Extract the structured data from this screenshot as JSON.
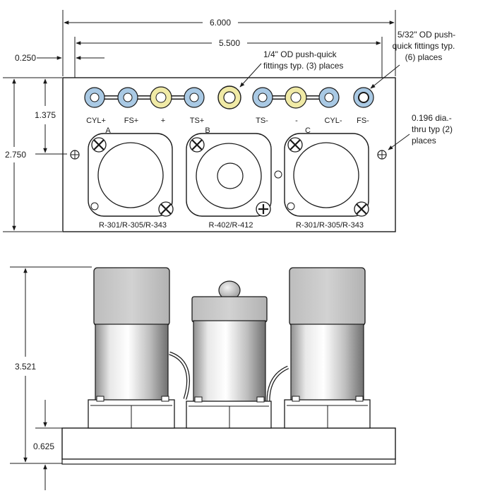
{
  "dimensions": {
    "overall_width": "6.000",
    "hole_spacing": "5.500",
    "edge_offset": "0.250",
    "hole_height": "1.375",
    "plate_height": "2.750",
    "assembly_height": "3.521",
    "base_thickness": "0.625"
  },
  "notes": {
    "quarter_inch_fittings": [
      "1/4\" OD push-quick",
      "fittings typ. (3) places"
    ],
    "five_32_fittings": [
      "5/32\" OD push-",
      "quick fittings typ.",
      "(6) places"
    ],
    "thru_holes": [
      "0.196 dia.-",
      "thru typ (2)",
      "places"
    ]
  },
  "port_labels": [
    "CYL+",
    "FS+",
    "+",
    "TS+",
    "TS-",
    "-",
    "CYL-",
    "FS-"
  ],
  "valve_letters": [
    "A",
    "B",
    "C"
  ],
  "valve_models": [
    "R-301/R-305/R-343",
    "R-402/R-412",
    "R-301/R-305/R-343"
  ],
  "colors": {
    "fitting_blue": "#a9c9e4",
    "fitting_yellow": "#f0eaa6",
    "line": "#1a1a1a",
    "body_gray": "#cfcfcf"
  }
}
